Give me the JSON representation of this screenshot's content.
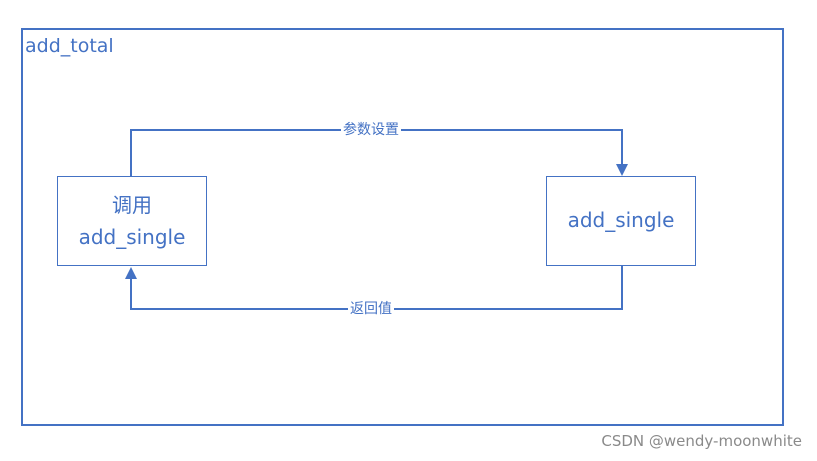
{
  "frame": {
    "title": "add_total"
  },
  "nodes": {
    "caller": {
      "line1": "调用",
      "line2": "add_single"
    },
    "callee": {
      "label": "add_single"
    }
  },
  "edges": {
    "params_label": "参数设置",
    "return_label": "返回值"
  },
  "colors": {
    "primary": "#4472c4",
    "watermark": "#8a8a8a"
  },
  "watermark": "CSDN @wendy-moonwhite"
}
